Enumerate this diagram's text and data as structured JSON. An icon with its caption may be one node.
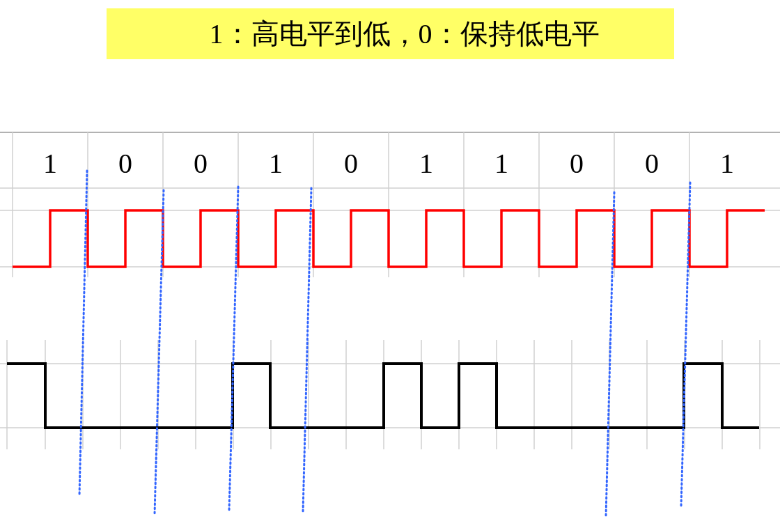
{
  "diagram": {
    "title": "1：高电平到低，0：保持低电平",
    "labels": [
      "1",
      "0",
      "0",
      "1",
      "0",
      "1",
      "1",
      "0",
      "0",
      "1"
    ]
  }
}
